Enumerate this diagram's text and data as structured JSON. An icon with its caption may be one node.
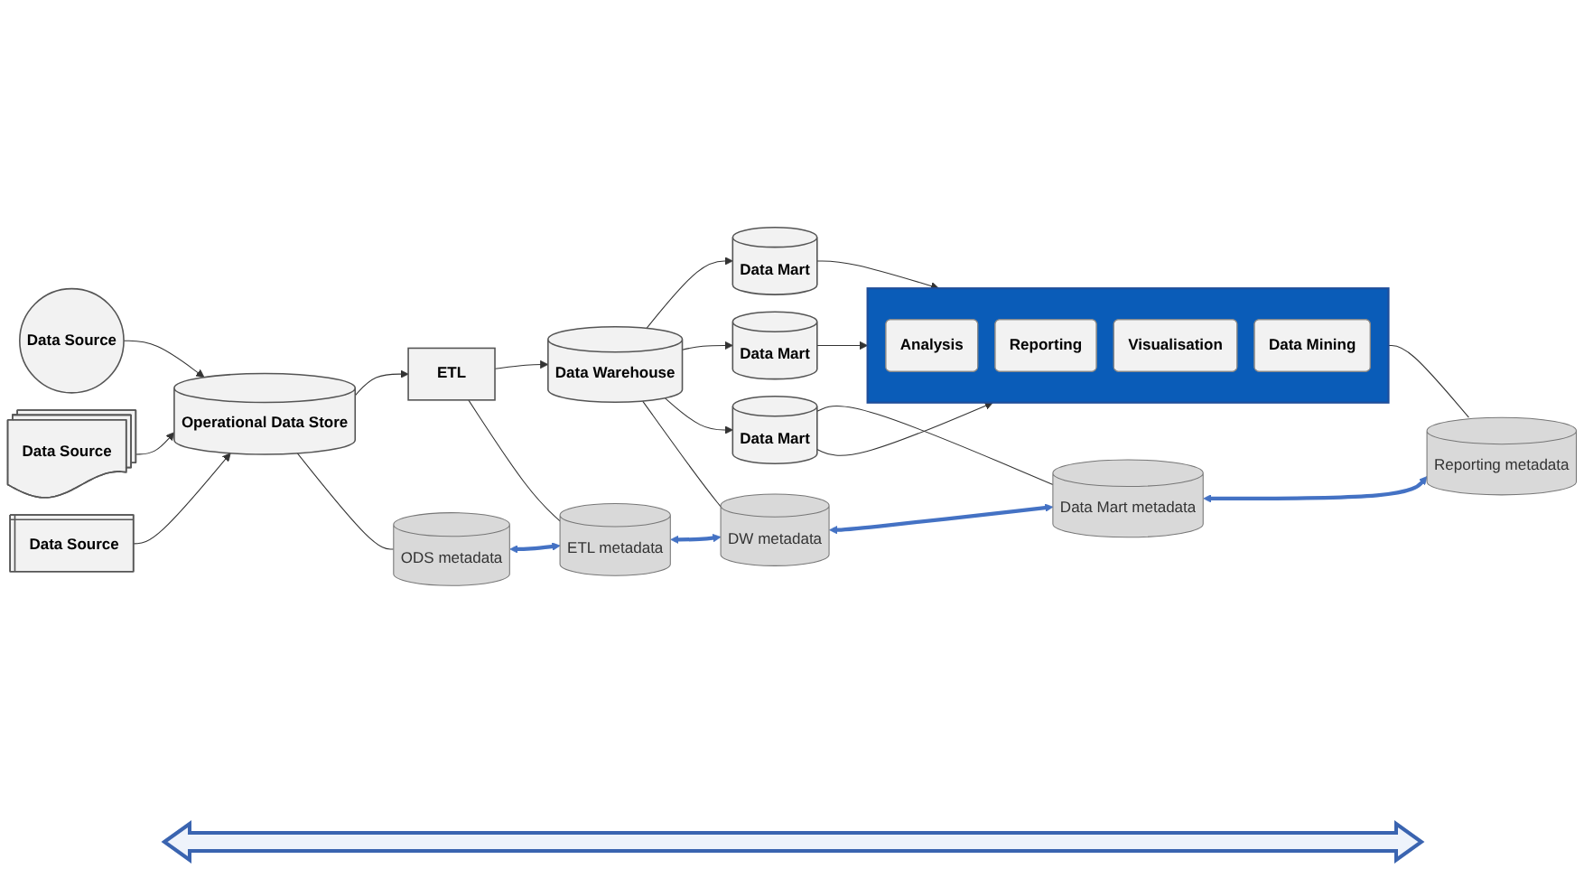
{
  "diagram": {
    "nodes": [
      {
        "text": [
          "Data Source"
        ]
      },
      {
        "text": [
          "Data Source"
        ]
      },
      {
        "text": [
          "Data Source"
        ]
      },
      {
        "text": [
          "Operational Data Store"
        ]
      },
      {
        "text": [
          "ETL"
        ]
      },
      {
        "text": [
          "Data Warehouse"
        ]
      },
      {
        "text": [
          "Data Mart"
        ]
      },
      {
        "text": [
          "Data Mart"
        ]
      },
      {
        "text": [
          "Data Mart"
        ]
      },
      {
        "text": [],
        "shape": "box"
      },
      {
        "text": [
          "Analysis"
        ],
        "in": 9
      },
      {
        "text": [
          "Reporting"
        ],
        "in": 9
      },
      {
        "text": [
          "Visualisation"
        ],
        "in": 9
      },
      {
        "text": [
          "Data Mining"
        ],
        "in": 9
      },
      {
        "text": [
          "ODS metadata"
        ]
      },
      {
        "text": [
          "ETL metadata"
        ]
      },
      {
        "text": [
          "DW metadata"
        ]
      },
      {
        "text": [
          "Data Mart metadata"
        ]
      },
      {
        "text": [
          "Reporting metadata"
        ]
      }
    ],
    "edges": [
      {
        "from": 0,
        "to": 3,
        "arrow": "to"
      },
      {
        "from": 1,
        "to": 3,
        "arrow": "to"
      },
      {
        "from": 2,
        "to": 3,
        "arrow": "to"
      },
      {
        "from": 3,
        "to": 4,
        "arrow": "to"
      },
      {
        "from": 4,
        "to": 5,
        "arrow": "to"
      },
      {
        "from": 5,
        "to": 6,
        "arrow": "to"
      },
      {
        "from": 5,
        "to": 7,
        "arrow": "to"
      },
      {
        "from": 5,
        "to": 8,
        "arrow": "to"
      },
      {
        "from": 6,
        "to": 9,
        "arrow": "to"
      },
      {
        "from": 7,
        "to": 9,
        "arrow": "to"
      },
      {
        "from": 8,
        "to": 9,
        "arrow": "to"
      },
      {
        "from": 3,
        "to": 14,
        "arrow": "none"
      },
      {
        "from": 4,
        "to": 15,
        "arrow": "none"
      },
      {
        "from": 5,
        "to": 16,
        "arrow": "none"
      },
      {
        "from": 8,
        "to": 17,
        "arrow": "none"
      },
      {
        "from": 9,
        "to": 18,
        "arrow": "none"
      },
      {
        "from": 14,
        "to": 15,
        "arrow": "both",
        "style": "thick",
        "color": "#4472c4"
      },
      {
        "from": 15,
        "to": 16,
        "arrow": "both",
        "style": "thick",
        "color": "#4472c4"
      },
      {
        "from": 16,
        "to": 17,
        "arrow": "both",
        "style": "thick",
        "color": "#4472c4"
      },
      {
        "from": 17,
        "to": 18,
        "arrow": "both",
        "style": "thick",
        "color": "#4472c4"
      }
    ]
  }
}
